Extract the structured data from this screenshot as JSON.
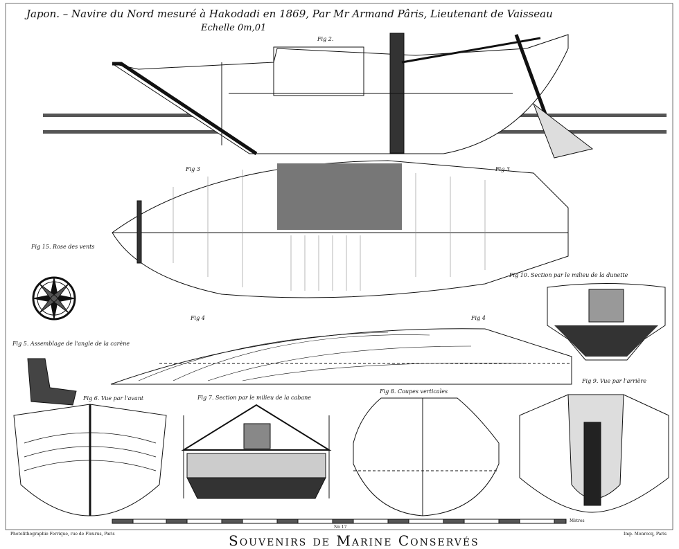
{
  "header": {
    "title": "Japon. – Navire du Nord mesuré à Hakodadi en 1869, Par Mr Armand Pâris, Lieutenant de Vaisseau",
    "scale": "Echelle 0m,01"
  },
  "figures": {
    "fig2": "Fig 2.",
    "fig3a": "Fig 3",
    "fig3b": "Fig 3",
    "fig15": "Fig 15. Rose des vents",
    "fig10": "Fig 10. Section par le milieu de la dunette",
    "fig4a": "Fig 4",
    "fig4b": "Fig 4",
    "fig5": "Fig 5. Assemblage de l'angle de la carène",
    "fig6": "Fig 6. Vue par l'avant",
    "fig7": "Fig 7. Section par le milieu de la cabane",
    "fig8": "Fig 8. Coupes verticales",
    "fig9": "Fig 9. Vue par l'arrière"
  },
  "scale_bar": {
    "unit": "Mètres"
  },
  "footer": {
    "left": "Photolithographie Ferrique, rue de Fleurus, Paris",
    "number": "No 17",
    "right": "Imp. Monrocq, Paris",
    "series": "Souvenirs de Marine Conservés"
  }
}
